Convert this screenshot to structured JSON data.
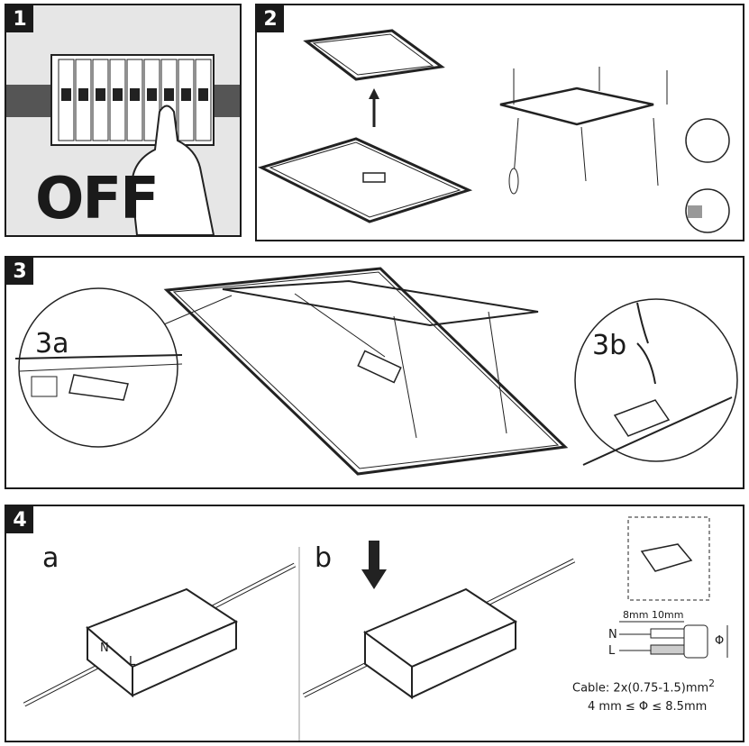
{
  "panel1": {
    "badge": "1",
    "off_text": "OFF"
  },
  "panel2": {
    "badge": "2"
  },
  "panel3": {
    "badge": "3",
    "detail_a": "3a",
    "detail_b": "3b"
  },
  "panel4": {
    "badge": "4",
    "label_a": "a",
    "label_b": "b",
    "terminal_n": "N",
    "terminal_l": "L",
    "wire_n": "N",
    "wire_l": "L",
    "strip_8": "8mm",
    "strip_10": "10mm",
    "phi": "Φ",
    "cable_spec": "Cable: 2x(0.75-1.5)mm",
    "cable_sup": "2",
    "diameter_spec": "4 mm ≤ Φ ≤ 8.5mm"
  }
}
